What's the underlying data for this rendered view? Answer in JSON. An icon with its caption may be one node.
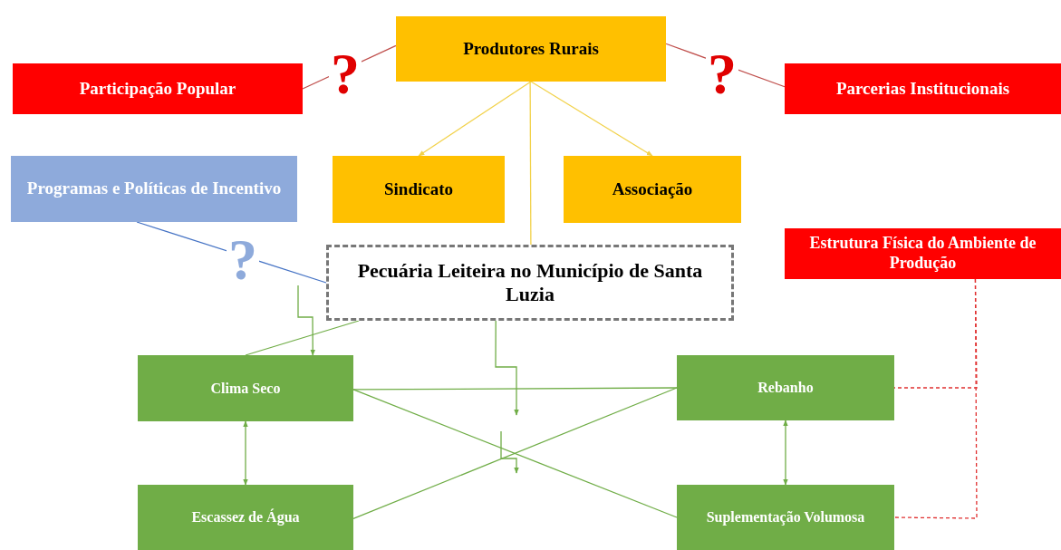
{
  "diagram": {
    "nodes": [
      {
        "text": [
          "Participação Popular"
        ]
      },
      {
        "text": [
          "Produtores Rurais"
        ]
      },
      {
        "text": [
          "Parcerias Institucionais"
        ]
      },
      {
        "text": [
          "Programas e Políticas de Incentivo"
        ]
      },
      {
        "text": [
          "Sindicato"
        ]
      },
      {
        "text": [
          "Associação"
        ]
      },
      {
        "text": [
          "Estrutura Física do Ambiente de Produção"
        ]
      },
      {
        "text": [
          "Pecuária Leiteira no Município de Santa Luzia"
        ]
      },
      {
        "text": [
          "Clima Seco"
        ]
      },
      {
        "text": [
          "Rebanho"
        ]
      },
      {
        "text": [
          "Escassez de Água"
        ]
      },
      {
        "text": [
          "Suplementação Volumosa"
        ]
      }
    ],
    "edges": [
      {
        "from": 0,
        "to": 1,
        "arrow": "none",
        "label": "?",
        "color": "#c0504d"
      },
      {
        "from": 1,
        "to": 2,
        "arrow": "none",
        "label": "?",
        "color": "#c0504d"
      },
      {
        "from": 1,
        "to": 4,
        "arrow": "to",
        "color": "#f2d24b"
      },
      {
        "from": 1,
        "to": 5,
        "arrow": "to",
        "color": "#f2d24b"
      },
      {
        "from": 1,
        "to": 7,
        "arrow": "none",
        "color": "#f2d24b"
      },
      {
        "from": 3,
        "to": 7,
        "arrow": "none",
        "label": "?",
        "color": "#4472c4"
      },
      {
        "from": 7,
        "to": 8,
        "arrow": "none"
      },
      {
        "from": null,
        "to": 8,
        "arrow": "to"
      },
      {
        "from": 7,
        "to": null,
        "arrow": "to"
      },
      {
        "from": 8,
        "to": 9,
        "arrow": "none"
      },
      {
        "from": 8,
        "to": 11,
        "arrow": "none"
      },
      {
        "from": 10,
        "to": 9,
        "arrow": "none"
      },
      {
        "from": 8,
        "to": 10,
        "arrow": "both"
      },
      {
        "from": 9,
        "to": 11,
        "arrow": "both"
      },
      {
        "from": 6,
        "to": 9,
        "arrow": "none",
        "style": "dashed",
        "color": "#e03030"
      },
      {
        "from": 6,
        "to": 11,
        "arrow": "none",
        "style": "dashed",
        "color": "#e03030"
      }
    ]
  }
}
